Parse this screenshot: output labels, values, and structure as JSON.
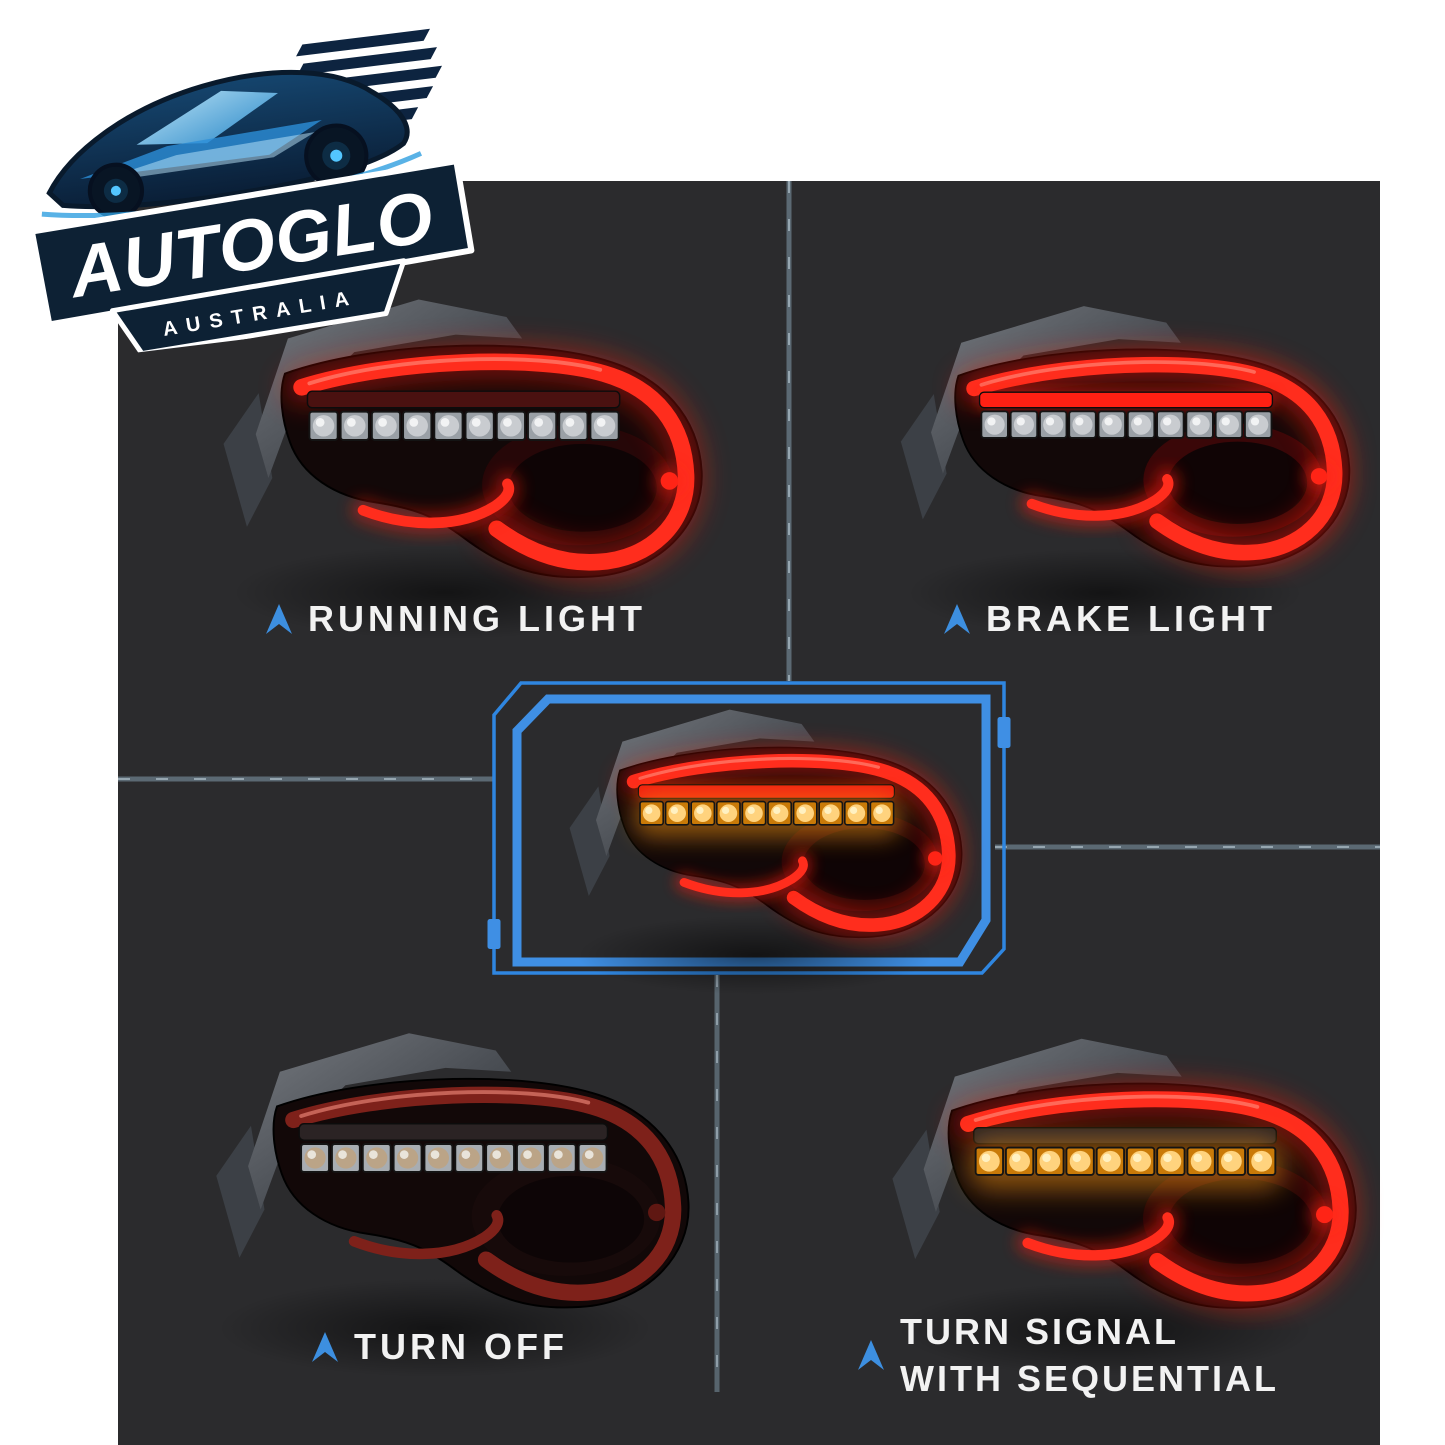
{
  "logo": {
    "brand": "AUTOGLO",
    "region": "AUSTRALIA",
    "car_icon": "sports-car-icon"
  },
  "sections": {
    "top_left": {
      "label": "RUNNING LIGHT",
      "state": "running light on"
    },
    "top_right": {
      "label": "BRAKE LIGHT",
      "state": "brake light on"
    },
    "center": {
      "state": "turn signal lit, highlighted with blue tech frame"
    },
    "bottom_left": {
      "label": "TURN OFF",
      "state": "all LEDs off"
    },
    "bottom_right": {
      "label_line1": "TURN SIGNAL",
      "label_line2": "WITH SEQUENTIAL",
      "state": "sequential turn signal lit"
    }
  },
  "icons": {
    "label_marker": "chevron-up-icon"
  },
  "colors": {
    "accent_blue": "#3d8fe0",
    "frame_blue": "#2f86e0",
    "tail_red": "#ff2d1d",
    "turn_amber": "#ffd37e",
    "panel_bg": "#2b2b2d",
    "label_text": "#f2f2f2",
    "divider": "#7b93a3"
  }
}
